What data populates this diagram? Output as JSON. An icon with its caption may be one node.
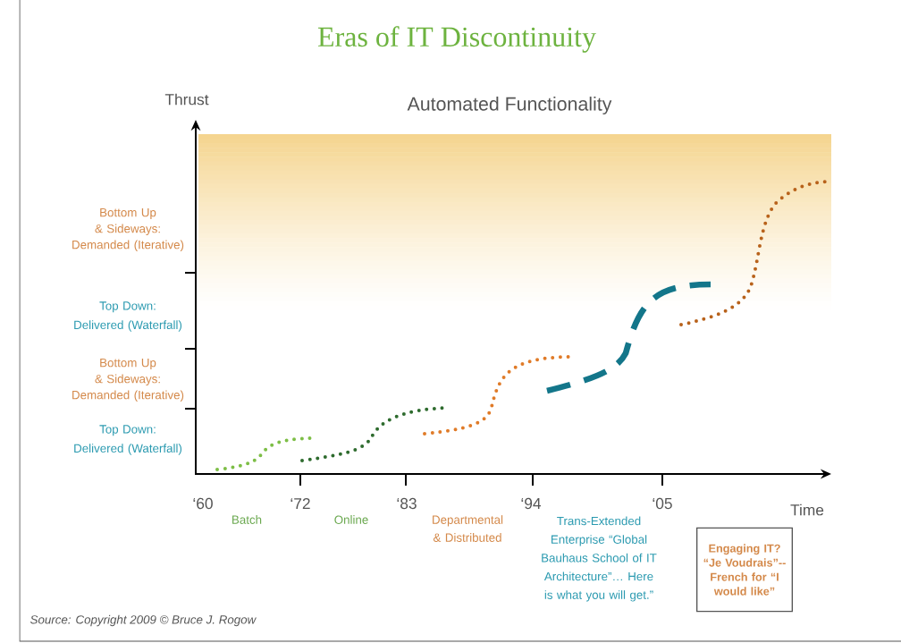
{
  "diagram": {
    "title": "Eras of IT Discontinuity",
    "caption": "Source: Copyright 2009 © Bruce J. Rogow",
    "nodes": [
      {
        "text": [
          "Engaging IT? “Je Voudrais”-- French for “I would like”"
        ]
      }
    ],
    "labels": [
      "Thrust",
      "Automated Functionality",
      "Bottom Up & Sideways: Demanded (Iterative)",
      "Top Down: Delivered (Waterfall)",
      "Bottom Up & Sideways: Demanded (Iterative)",
      "Top Down: Delivered (Waterfall)",
      "‘60",
      "‘72",
      "‘83",
      "‘94",
      "‘05",
      "Time",
      "Batch",
      "Online",
      "Departmental & Distributed",
      "Trans-Extended Enterprise “Global Bauhaus School of IT Architecture”… Here is what you will get.”"
    ]
  }
}
